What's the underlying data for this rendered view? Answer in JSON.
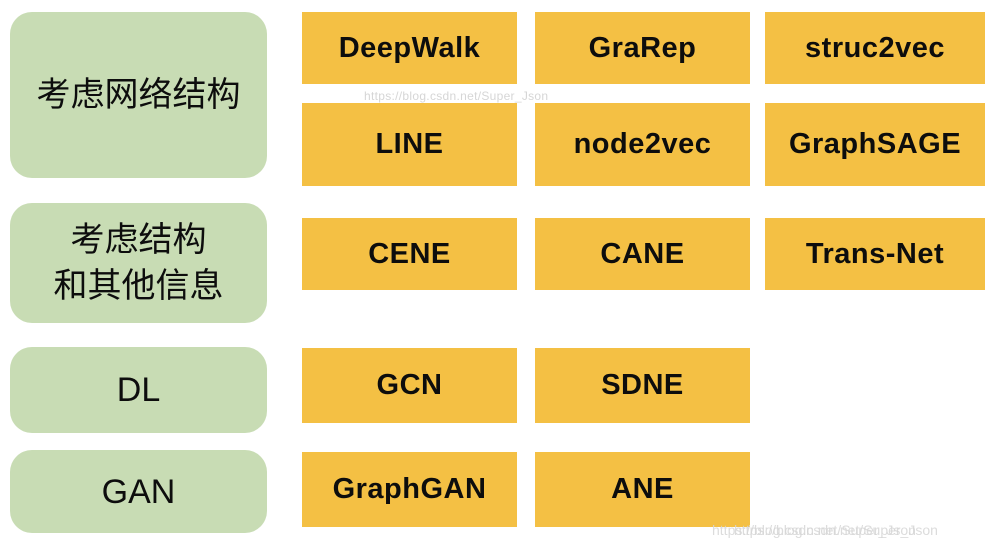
{
  "colors": {
    "background": "#ffffff",
    "category_box": "#c8dcb4",
    "method_box": "#f4c044",
    "text": "#0d0d0d",
    "watermark": "#d6d6d6"
  },
  "categories": [
    {
      "line1": "考虑网络结构"
    },
    {
      "line1": "考虑结构",
      "line2": "和其他信息"
    },
    {
      "line1": "DL"
    },
    {
      "line1": "GAN"
    }
  ],
  "method_rows": [
    {
      "cells": [
        "DeepWalk",
        "GraRep",
        "struc2vec"
      ]
    },
    {
      "cells": [
        "LINE",
        "node2vec",
        "GraphSAGE"
      ]
    },
    {
      "cells": [
        "CENE",
        "CANE",
        "Trans-Net"
      ]
    },
    {
      "cells": [
        "GCN",
        "SDNE"
      ]
    },
    {
      "cells": [
        "GraphGAN",
        "ANE"
      ]
    }
  ],
  "watermarks": {
    "top": "https://blog.csdn.net/Super_Json",
    "bottom": "https://blog.csdn.net/Super_Json"
  }
}
